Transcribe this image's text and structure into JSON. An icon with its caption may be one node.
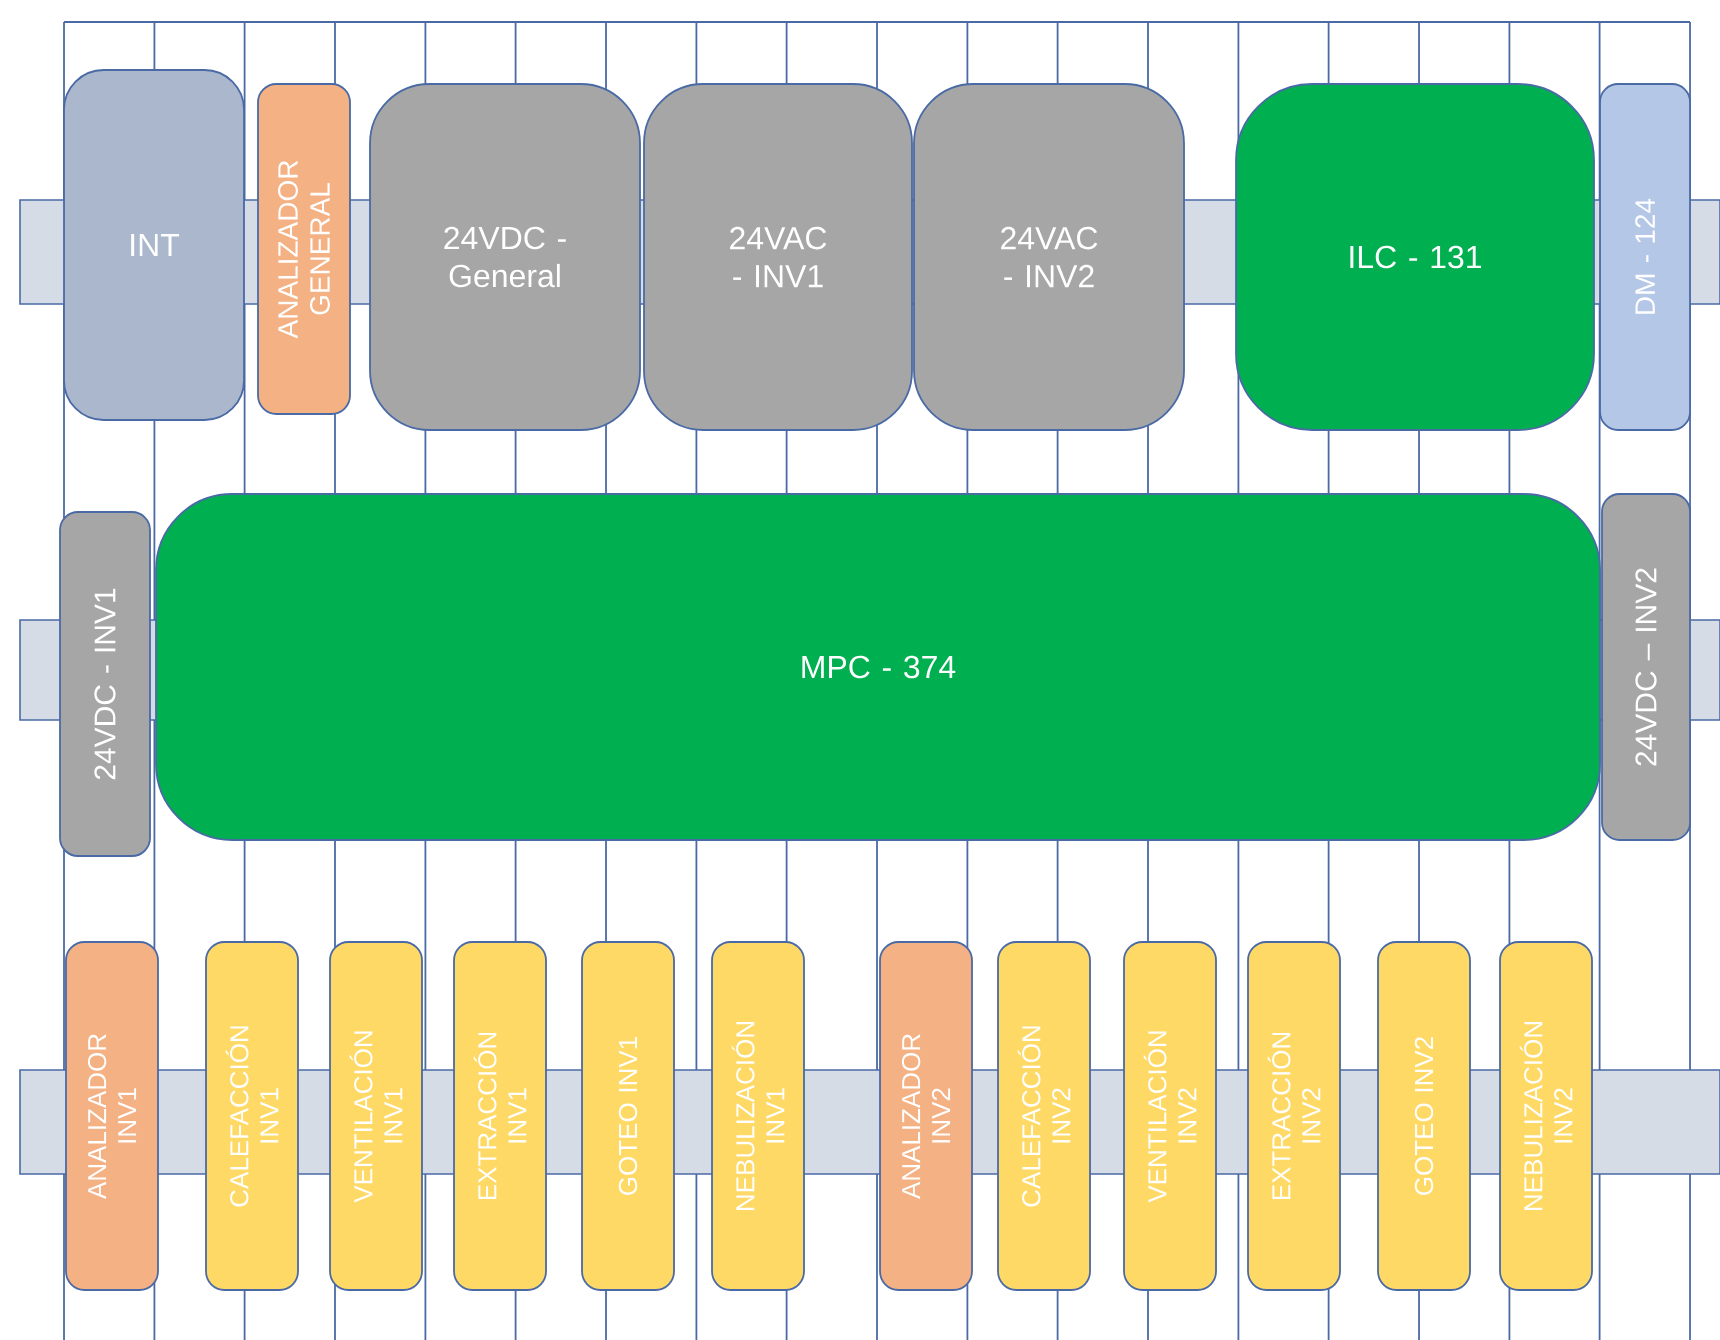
{
  "diagram": {
    "nodes": [
      {
        "text": [
          "INT"
        ]
      },
      {
        "text": [
          "ANALIZADOR GENERAL"
        ]
      },
      {
        "text": [
          "24VDC - General"
        ]
      },
      {
        "text": [
          "24VAC - INV1"
        ]
      },
      {
        "text": [
          "24VAC - INV2"
        ]
      },
      {
        "text": [
          "ILC - 131"
        ]
      },
      {
        "text": [
          "DM - 124"
        ]
      },
      {
        "text": [
          "24VDC - INV1"
        ]
      },
      {
        "text": [
          "MPC - 374"
        ]
      },
      {
        "text": [
          "24VDC – INV2"
        ]
      },
      {
        "text": [
          "ANALIZADOR INV1"
        ]
      },
      {
        "text": [
          "CALEFACCIÓN INV1"
        ]
      },
      {
        "text": [
          "VENTILACIÓN INV1"
        ]
      },
      {
        "text": [
          "EXTRACCIÓN INV1"
        ]
      },
      {
        "text": [
          "GOTEO INV1"
        ]
      },
      {
        "text": [
          "NEBULIZACIÓN INV1"
        ]
      },
      {
        "text": [
          "ANALIZADOR INV2"
        ]
      },
      {
        "text": [
          "CALEFACCIÓN INV2"
        ]
      },
      {
        "text": [
          "VENTILACIÓN INV2"
        ]
      },
      {
        "text": [
          "EXTRACCIÓN INV2"
        ]
      },
      {
        "text": [
          "GOTEO INV2"
        ]
      },
      {
        "text": [
          "NEBULIZACIÓN INV2"
        ]
      }
    ]
  }
}
